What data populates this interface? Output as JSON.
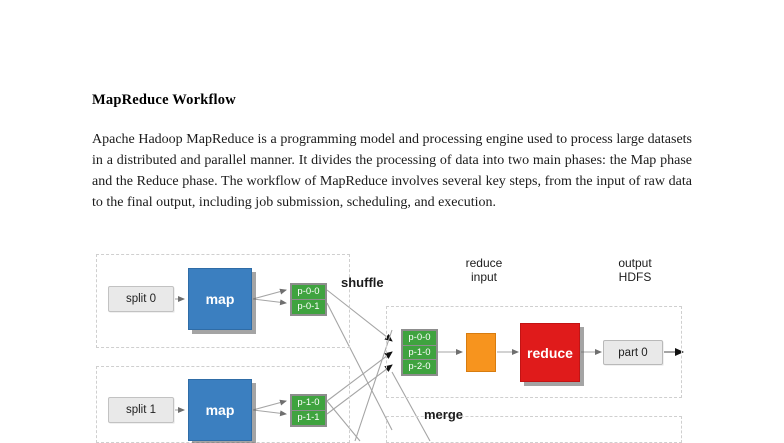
{
  "document": {
    "title": "MapReduce Workflow",
    "paragraph": "Apache Hadoop MapReduce is a programming model and processing engine used to process large datasets in a distributed and parallel manner. It divides the processing of data into two main phases: the Map phase and the Reduce phase. The workflow of MapReduce involves several key steps, from the input of raw data to the final output, including job submission, scheduling, and execution."
  },
  "diagram": {
    "labels": {
      "shuffle": "shuffle",
      "merge": "merge",
      "reduce_input": "reduce\ninput",
      "output_hdfs": "output\nHDFS"
    },
    "map_rows": [
      {
        "split": "split 0",
        "map": "map",
        "partitions": [
          "p-0-0",
          "p-0-1"
        ]
      },
      {
        "split": "split 1",
        "map": "map",
        "partitions": [
          "p-1-0",
          "p-1-1"
        ]
      }
    ],
    "reduce_row": {
      "merged_partitions": [
        "p-0-0",
        "p-1-0",
        "p-2-0"
      ],
      "buffer": "",
      "reduce": "reduce",
      "output": "part 0"
    },
    "colors": {
      "map": "#3b7fc0",
      "reduce": "#e01b1b",
      "partition": "#3fa33f",
      "buffer": "#f7941e",
      "split": "#e9e9e9",
      "output": "#e9e9e9",
      "wire": "#9a9a9a",
      "container_border": "#cfcfcf"
    }
  }
}
